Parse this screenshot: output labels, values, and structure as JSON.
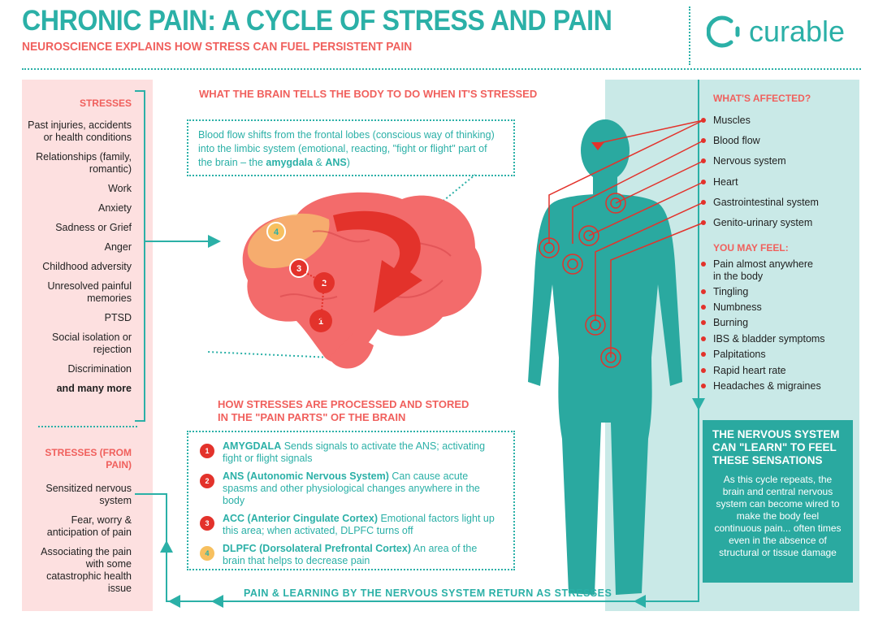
{
  "header": {
    "title": "CHRONIC PAIN: A CYCLE OF STRESS AND PAIN",
    "subtitle": "NEUROSCIENCE EXPLAINS HOW STRESS CAN FUEL PERSISTENT PAIN",
    "logo": "curable"
  },
  "stresses": {
    "heading": "STRESSES",
    "items": [
      "Past injuries, accidents or health conditions",
      "Relationships (family, romantic)",
      "Work",
      "Anxiety",
      "Sadness or Grief",
      "Anger",
      "Childhood adversity",
      "Unresolved painful memories",
      "PTSD",
      "Social isolation or rejection",
      "Discrimination",
      "and many more"
    ]
  },
  "pain_stresses": {
    "heading": "STRESSES (FROM PAIN)",
    "items": [
      "Sensitized nervous system",
      "Fear, worry & anticipation of pain",
      "Associating the pain with some catastrophic health issue"
    ]
  },
  "brain": {
    "heading": "WHAT THE BRAIN TELLS THE BODY TO DO WHEN IT'S STRESSED",
    "text_before": "Blood flow shifts from the frontal lobes (conscious way of thinking) into the limbic system (emotional, reacting, \"fight or flight\" part of the brain – the ",
    "amygdala": "amygdala",
    "and": " & ",
    "ans": "ANS",
    "close": ")",
    "markers": [
      "1",
      "2",
      "3",
      "4"
    ]
  },
  "processing": {
    "heading": "HOW STRESSES ARE PROCESSED AND STORED IN THE \"PAIN PARTS\" OF THE BRAIN",
    "items": [
      {
        "num": "1",
        "term": "AMYGDALA",
        "desc": " Sends signals to activate the ANS; activating fight or flight signals",
        "color": "#e3322b"
      },
      {
        "num": "2",
        "term": "ANS (Autonomic Nervous System)",
        "desc": " Can cause acute spasms and other physiological changes anywhere in the body",
        "color": "#e3322b"
      },
      {
        "num": "3",
        "term": "ACC (Anterior Cingulate Cortex)",
        "desc": " Emotional factors light up this area; when activated, DLPFC turns off",
        "color": "#e3322b"
      },
      {
        "num": "4",
        "term": "DLPFC (Dorsolateral Prefrontal Cortex)",
        "desc": " An area of the brain that helps to decrease pain",
        "color": "#f7c05f"
      }
    ]
  },
  "affected": {
    "heading": "WHAT'S AFFECTED?",
    "items": [
      "Muscles",
      "Blood flow",
      "Nervous system",
      "Heart",
      "Gastrointestinal system",
      "Genito-urinary system"
    ]
  },
  "feel": {
    "heading": "YOU MAY FEEL:",
    "items": [
      "Pain almost anywhere in the body",
      "Tingling",
      "Numbness",
      "Burning",
      "IBS & bladder symptoms",
      "Palpitations",
      "Rapid heart rate",
      "Headaches & migraines"
    ]
  },
  "learn": {
    "title": "THE NERVOUS SYSTEM CAN \"LEARN\" TO FEEL THESE SENSATIONS",
    "body": "As this cycle repeats, the brain and central nervous system can become wired to make the body feel continuous pain... often times even in the absence of structural or tissue damage"
  },
  "footer": {
    "return_text": "PAIN & LEARNING BY THE NERVOUS SYSTEM RETURN AS STRESSES"
  },
  "colors": {
    "teal": "#2bb0a7",
    "coral": "#f0605d",
    "red": "#e3322b",
    "pink_bg": "#fde0e0",
    "teal_bg": "#c9e9e7"
  }
}
